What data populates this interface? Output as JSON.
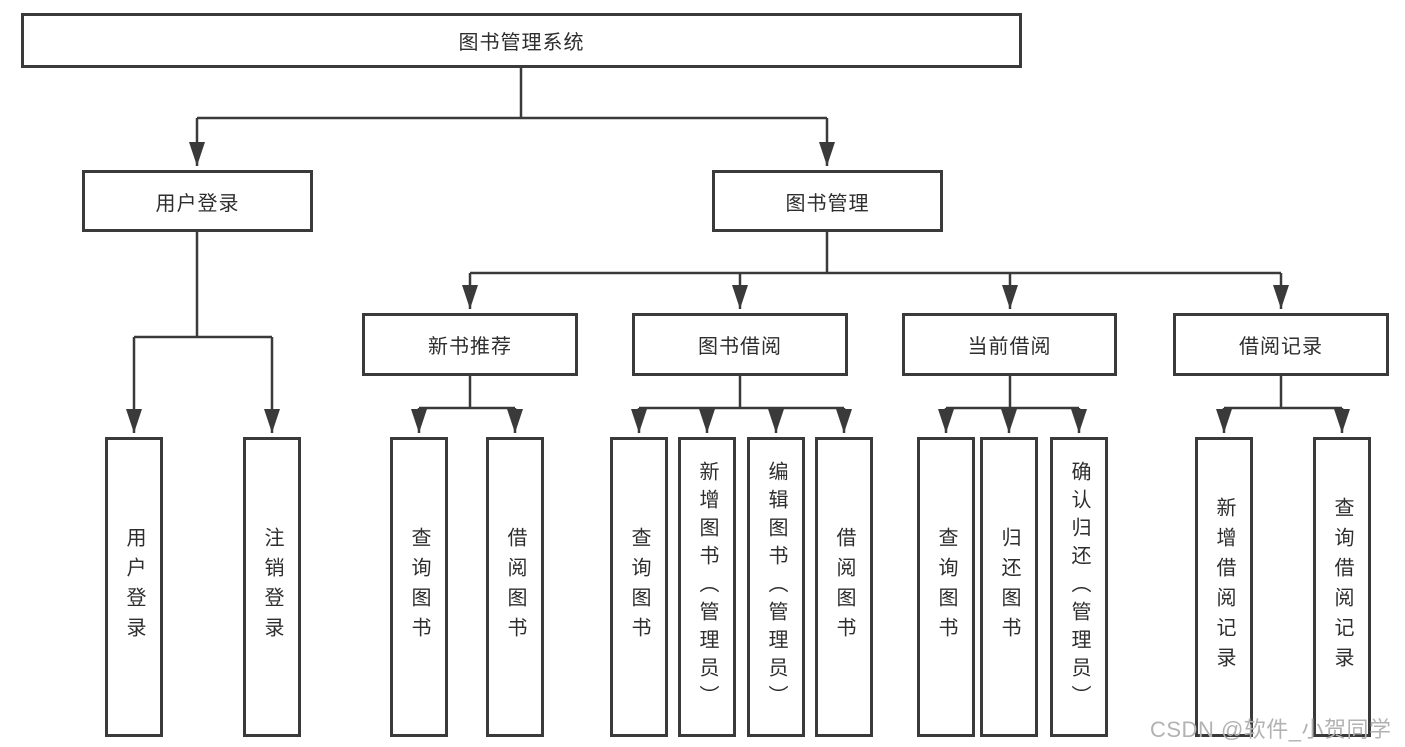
{
  "diagram": {
    "title_node": {
      "label": "图书管理系统"
    },
    "level1": [
      {
        "label": "用户登录"
      },
      {
        "label": "图书管理"
      }
    ],
    "level2": [
      {
        "label": "新书推荐"
      },
      {
        "label": "图书借阅"
      },
      {
        "label": "当前借阅"
      },
      {
        "label": "借阅记录"
      }
    ],
    "leaves": [
      {
        "label": "用户登录",
        "parent": "用户登录"
      },
      {
        "label": "注销登录",
        "parent": "用户登录"
      },
      {
        "label": "查询图书",
        "parent": "新书推荐"
      },
      {
        "label": "借阅图书",
        "parent": "新书推荐"
      },
      {
        "label": "查询图书",
        "parent": "图书借阅"
      },
      {
        "label": "新增图书（管理员）",
        "parent": "图书借阅"
      },
      {
        "label": "编辑图书（管理员）",
        "parent": "图书借阅"
      },
      {
        "label": "借阅图书",
        "parent": "图书借阅"
      },
      {
        "label": "查询图书",
        "parent": "当前借阅"
      },
      {
        "label": "归还图书",
        "parent": "当前借阅"
      },
      {
        "label": "确认归还（管理员）",
        "parent": "当前借阅"
      },
      {
        "label": "新增借阅记录",
        "parent": "借阅记录"
      },
      {
        "label": "查询借阅记录",
        "parent": "借阅记录"
      }
    ],
    "watermark": "CSDN @软件_小贺同学",
    "colors": {
      "line": "#3a3a3a",
      "text": "#2e2e2e",
      "watermark": "#b2b2b2",
      "background": "#ffffff"
    }
  }
}
